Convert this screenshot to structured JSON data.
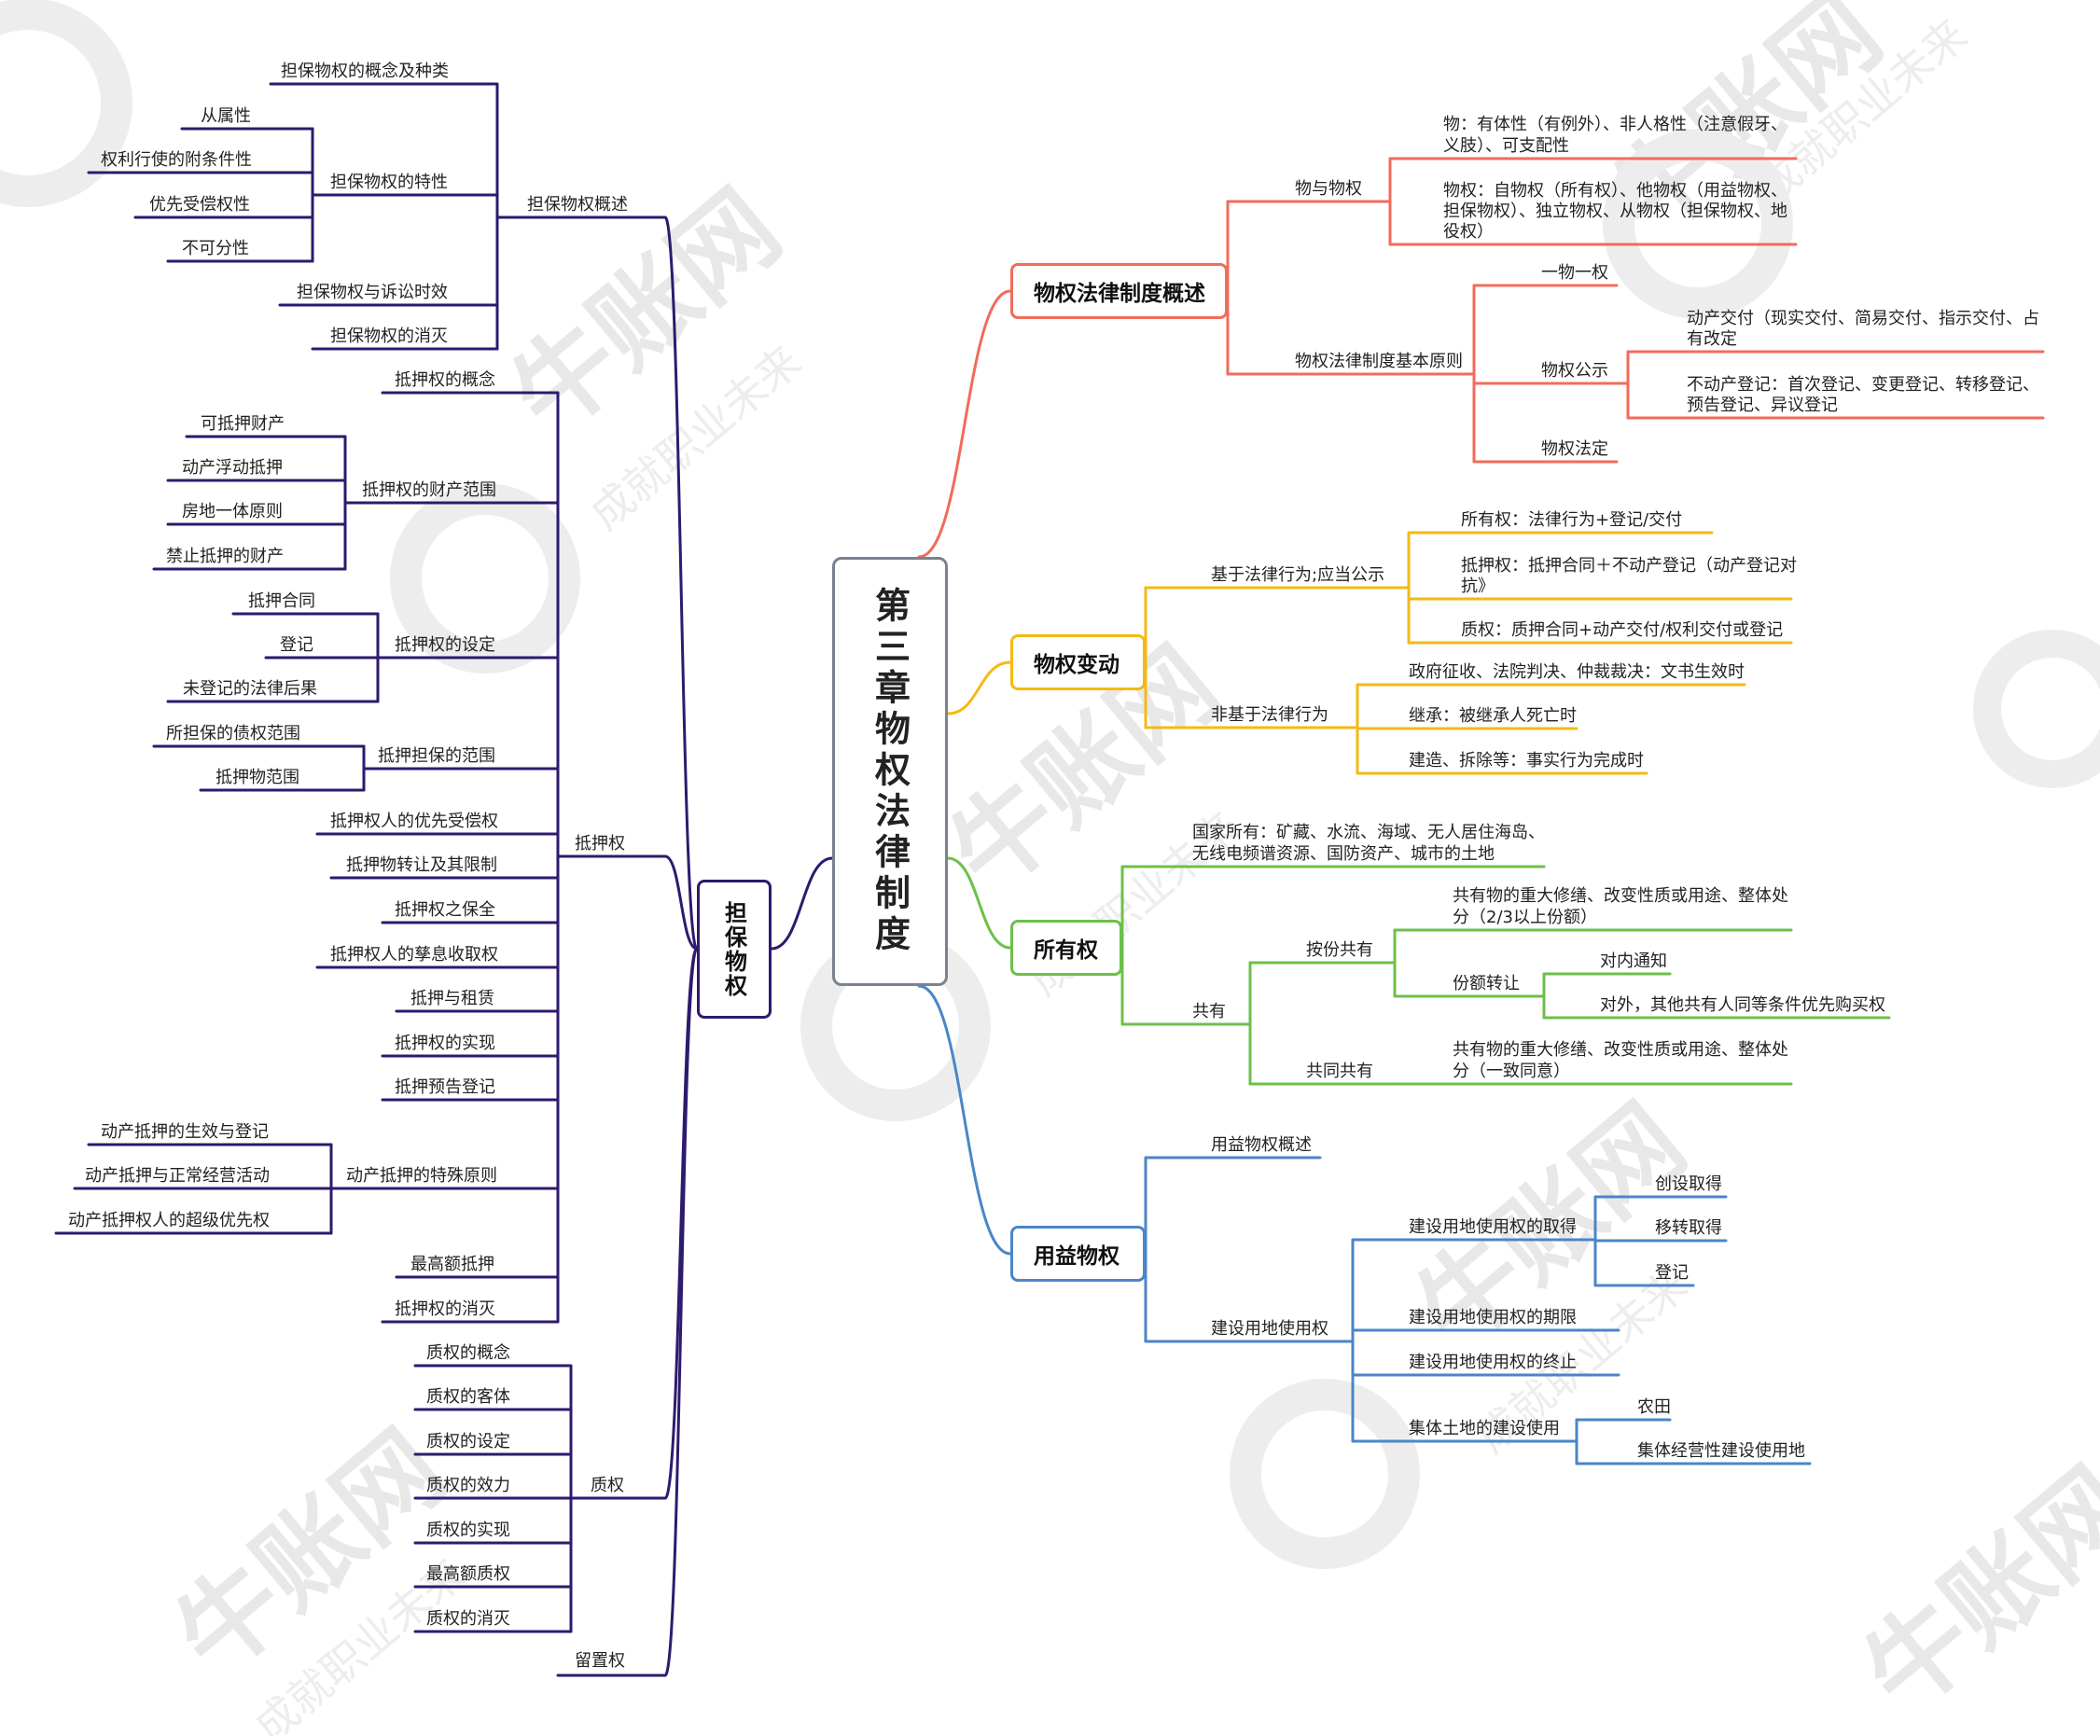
{
  "watermark": {
    "brand": "牛账网",
    "slogan": "成就职业未来"
  },
  "colors": {
    "red": "#f26b5b",
    "yellow": "#f5b914",
    "green": "#6cc04a",
    "blue": "#4a86c8",
    "purple": "#2e1a6e",
    "root_border": "#7a8290"
  },
  "root": {
    "title": "第三章物权法律制度"
  },
  "left": {
    "title": "担保物权",
    "groups": {
      "overview": {
        "label": "担保物权概述",
        "concept": "担保物权的概念及种类",
        "features": {
          "label": "担保物权的特性",
          "items": [
            "从属性",
            "权利行使的附条件性",
            "优先受偿权性",
            "不可分性"
          ]
        },
        "limitation": "担保物权与诉讼时效",
        "extinction": "担保物权的消灭"
      },
      "mortgage": {
        "label": "抵押权",
        "concept": "抵押权的概念",
        "scope": {
          "label": "抵押权的财产范围",
          "items": [
            "可抵押财产",
            "动产浮动抵押",
            "房地一体原则",
            "禁止抵押的财产"
          ]
        },
        "setup": {
          "label": "抵押权的设定",
          "items": [
            "抵押合同",
            "登记",
            "未登记的法律后果"
          ]
        },
        "guarantee": {
          "label": "抵押担保的范围",
          "items": [
            "所担保的债权范围",
            "抵押物范围"
          ]
        },
        "others": [
          "抵押权人的优先受偿权",
          "抵押物转让及其限制",
          "抵押权之保全",
          "抵押权人的孳息收取权",
          "抵押与租赁",
          "抵押权的实现",
          "抵押预告登记"
        ],
        "movable": {
          "label": "动产抵押的特殊原则",
          "items": [
            "动产抵押的生效与登记",
            "动产抵押与正常经营活动",
            "动产抵押权人的超级优先权"
          ]
        },
        "max": "最高额抵押",
        "extinction": "抵押权的消灭"
      },
      "pledge": {
        "label": "质权",
        "items": [
          "质权的概念",
          "质权的客体",
          "质权的设定",
          "质权的效力",
          "质权的实现",
          "最高额质权",
          "质权的消灭"
        ]
      },
      "lien": {
        "label": "留置权"
      }
    }
  },
  "right": {
    "overview": {
      "label": "物权法律制度概述",
      "thing": {
        "label": "物与物权",
        "t1": [
          "物：有体性（有例外）、非人格性（注意假牙、",
          "义肢）、可支配性"
        ],
        "t2": [
          "物权：自物权（所有权）、他物权（用益物权、",
          "担保物权）、独立物权、从物权（担保物权、地",
          "役权）"
        ]
      },
      "principles": {
        "label": "物权法律制度基本原则",
        "one": "一物一权",
        "publicity": {
          "label": "物权公示",
          "movable": [
            "动产交付（现实交付、简易交付、指示交付、占",
            "有改定"
          ],
          "immovable": [
            "不动产登记：首次登记、变更登记、转移登记、",
            "预告登记、异议登记"
          ]
        },
        "statutory": "物权法定"
      }
    },
    "change": {
      "label": "物权变动",
      "legal": {
        "label": "基于法律行为;应当公示",
        "own": "所有权：法律行为+登记/交付",
        "mortgage": [
          "抵押权：抵押合同＋不动产登记（动产登记对",
          "抗》"
        ],
        "pledge": "质权：质押合同+动产交付/权利交付或登记"
      },
      "nonlegal": {
        "label": "非基于法律行为",
        "a": "政府征收、法院判决、仲裁裁决：文书生效时",
        "b": "继承：被继承人死亡时",
        "c": "建造、拆除等：事实行为完成时"
      }
    },
    "ownership": {
      "label": "所有权",
      "state": [
        "国家所有：矿藏、水流、海域、无人居住海岛、",
        "无线电频谱资源、国防资产、城市的土地"
      ],
      "co": {
        "label": "共有",
        "share": {
          "label": "按份共有",
          "major": [
            "共有物的重大修缮、改变性质或用途、整体处",
            "分（2/3以上份额）"
          ],
          "transfer": {
            "label": "份额转让",
            "inner": "对内通知",
            "outer": "对外，其他共有人同等条件优先购买权"
          }
        },
        "joint": {
          "label": "共同共有",
          "major": [
            "共有物的重大修缮、改变性质或用途、整体处",
            "分（一致同意）"
          ]
        }
      }
    },
    "usufruct": {
      "label": "用益物权",
      "overview": "用益物权概述",
      "land": {
        "label": "建设用地使用权",
        "acquire": {
          "label": "建设用地使用权的取得",
          "items": [
            "创设取得",
            "移转取得",
            "登记"
          ]
        },
        "term": "建设用地使用权的期限",
        "end": "建设用地使用权的终止",
        "collective": {
          "label": "集体土地的建设使用",
          "items": [
            "农田",
            "集体经营性建设使用地"
          ]
        }
      }
    }
  }
}
